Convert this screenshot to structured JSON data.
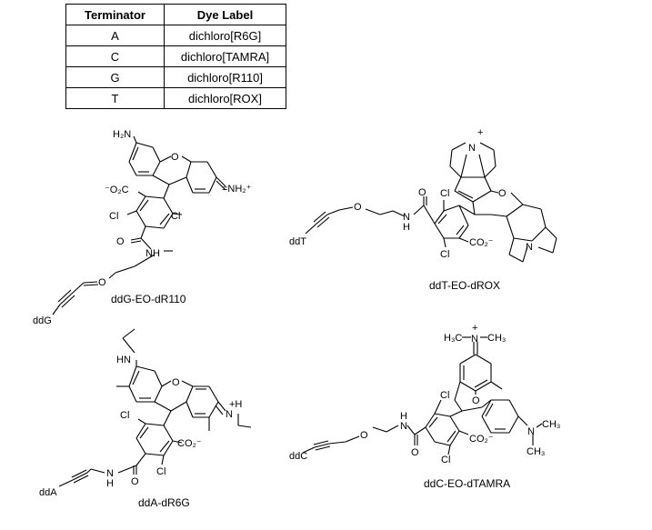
{
  "table": {
    "headers": [
      "Terminator",
      "Dye Label"
    ],
    "rows": [
      [
        "A",
        "dichloro[R6G]"
      ],
      [
        "C",
        "dichloro[TAMRA]"
      ],
      [
        "G",
        "dichloro[R110]"
      ],
      [
        "T",
        "dichloro[ROX]"
      ]
    ]
  },
  "structures": {
    "r110": {
      "caption": "ddG-EO-dR110",
      "labels": {
        "h2n": "H₂N",
        "nh2": "=NH₂⁺",
        "o_ring": "O",
        "co2": "⁻O₂C",
        "cl_left": "Cl",
        "cl_right": "Cl",
        "o_carbonyl": "O",
        "nh": "NH",
        "o_ether": "O",
        "dd": "ddG"
      }
    },
    "rox": {
      "caption": "ddT-EO-dROX",
      "labels": {
        "n_plus": "N",
        "plus": "+",
        "n_lower": "N",
        "o_ring": "O",
        "o_ether": "O",
        "o_carbonyl": "O",
        "n_amide": "N",
        "h_amide": "H",
        "cl_top": "Cl",
        "cl_bottom": "Cl",
        "co2": "CO₂⁻",
        "dd": "ddT"
      }
    },
    "r6g": {
      "caption": "ddA-dR6G",
      "labels": {
        "hn": "HN",
        "nh_plus": "N",
        "plus_h": "+H",
        "o_ring": "O",
        "cl_left": "Cl",
        "cl_right": "Cl",
        "co2": "CO₂⁻",
        "o_carbonyl": "O",
        "nh_amide": "N",
        "h_amide": "H",
        "dd": "ddA"
      }
    },
    "tamra": {
      "caption": "ddC-EO-dTAMRA",
      "labels": {
        "h3c": "H₃C",
        "n_plus": "N",
        "plus": "+",
        "ch3_top": "CH₃",
        "o_ring": "O",
        "cl_top": "Cl",
        "cl_bottom": "Cl",
        "co2": "CO₂⁻",
        "n_right": "N",
        "ch3_right_top": "CH₃",
        "ch3_right_bottom": "CH₃",
        "nh_amide": "H",
        "n_amide": "N",
        "o_carbonyl": "O",
        "o_ether": "O",
        "dd": "ddC"
      }
    }
  }
}
